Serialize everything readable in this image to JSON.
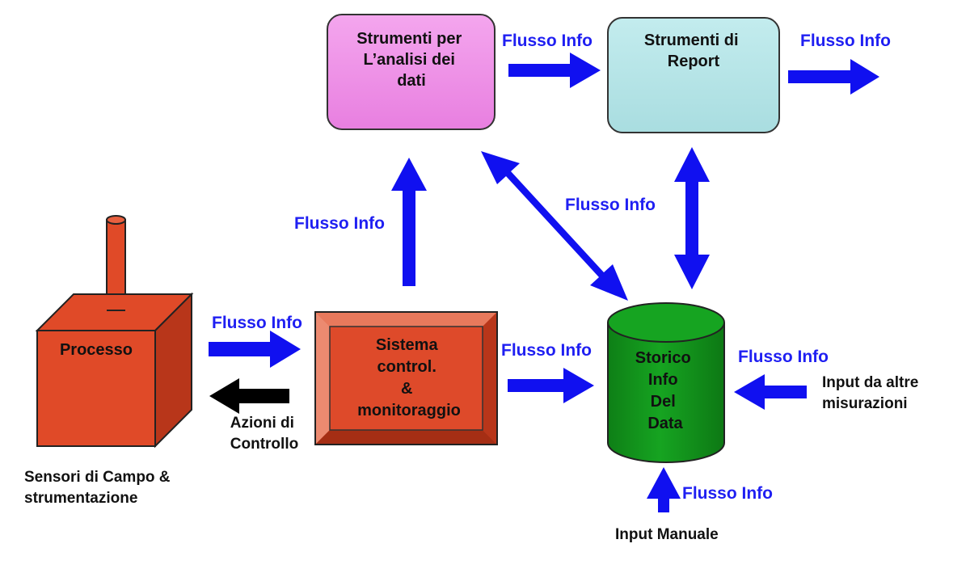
{
  "colors": {
    "arrow_blue": "#1010f0",
    "label_blue": "#1f1ff2",
    "arrow_black": "#000000",
    "analysis_box": "#ee8ce6",
    "report_box": "#b2e2e4",
    "process_red": "#e04a28",
    "cylinder_green": "#12931c"
  },
  "nodes": {
    "analysis_tools": {
      "lines": [
        "Strumenti per",
        "L’analisi dei",
        "dati"
      ]
    },
    "report_tools": {
      "lines": [
        "Strumenti di",
        "Report"
      ]
    },
    "process": {
      "label": "Processo"
    },
    "control_system": {
      "lines": [
        "Sistema",
        "control.",
        "&",
        "monitoraggio"
      ]
    },
    "historian": {
      "lines": [
        "Storico",
        "Info",
        "Del",
        "Data"
      ]
    }
  },
  "labels": {
    "flow_analysis_report": "Flusso Info",
    "flow_report_out": "Flusso Info",
    "flow_control_up": "Flusso Info",
    "flow_historian_diag": "Flusso Info",
    "flow_process_control": "Flusso Info",
    "flow_control_historian": "Flusso Info",
    "flow_other_historian": "Flusso Info",
    "flow_manual_historian": "Flusso Info",
    "control_actions": [
      "Azioni di",
      "Controllo"
    ],
    "sensors": [
      "Sensori di Campo &",
      "strumentazione"
    ],
    "other_measurements": [
      "Input da altre",
      "misurazioni"
    ],
    "manual_input": "Input Manuale"
  }
}
